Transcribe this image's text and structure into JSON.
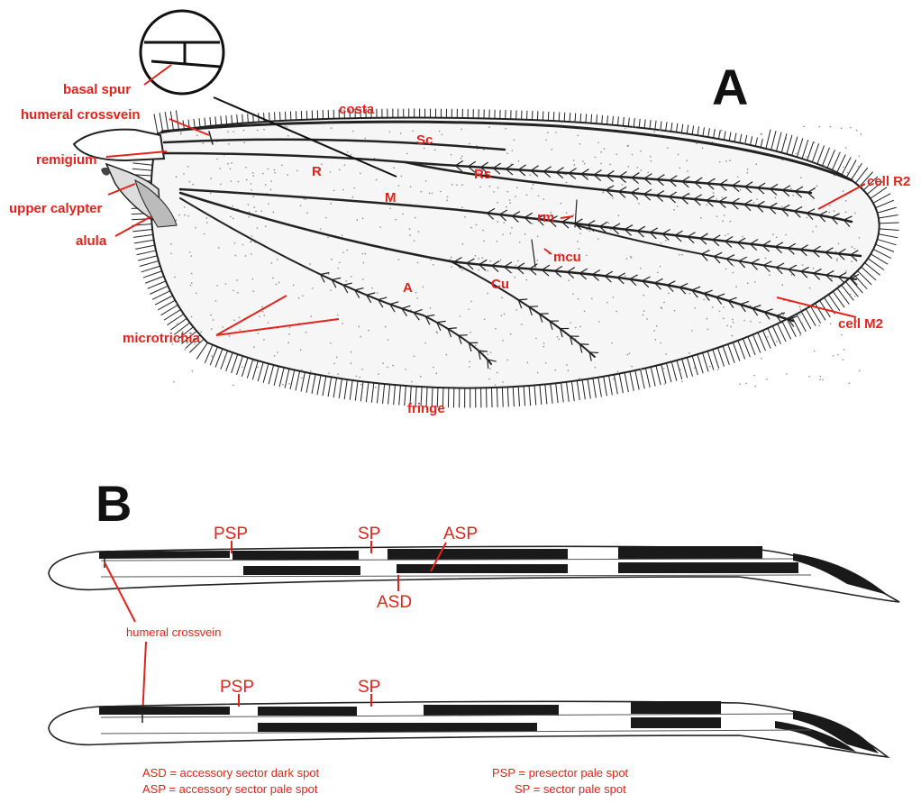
{
  "panels": {
    "a": "A",
    "b": "B"
  },
  "panel_a_labels": {
    "basal_spur": "basal spur",
    "humeral_crossvein": "humeral crossvein",
    "remigium": "remigium",
    "upper_calypter": "upper calypter",
    "alula": "alula",
    "costa": "costa",
    "sc": "Sc",
    "r": "R",
    "rs": "Rs",
    "m": "M",
    "rm": "rm",
    "mcu": "mcu",
    "a": "A",
    "cu": "Cu",
    "cell_r2": "cell R2",
    "cell_m2": "cell M2",
    "microtrichia": "microtrichia",
    "fringe": "fringe"
  },
  "panel_b_labels": {
    "psp_top": "PSP",
    "sp_top": "SP",
    "asp": "ASP",
    "asd": "ASD",
    "humeral_crossvein": "humeral crossvein",
    "psp_bottom": "PSP",
    "sp_bottom": "SP"
  },
  "legend": {
    "asd": "ASD = accessory sector dark spot",
    "asp": "ASP = accessory sector pale spot",
    "psp": "PSP = presector pale spot",
    "sp": "SP = sector pale spot"
  },
  "colors": {
    "label": "#e0231c",
    "ink": "#222222",
    "background": "#ffffff"
  }
}
